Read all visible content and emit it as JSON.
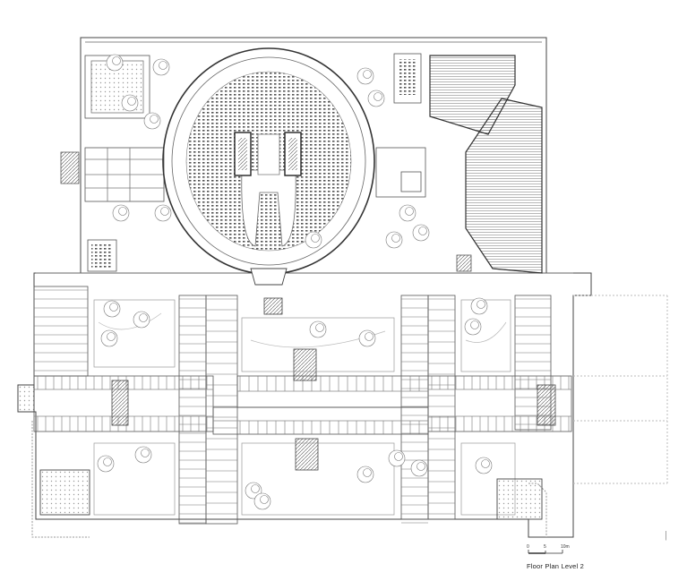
{
  "drawing": {
    "title": "Floor Plan  Level 2",
    "scale_bar": {
      "labels": [
        "0",
        "5",
        "10m"
      ]
    },
    "page_mark": "|"
  }
}
